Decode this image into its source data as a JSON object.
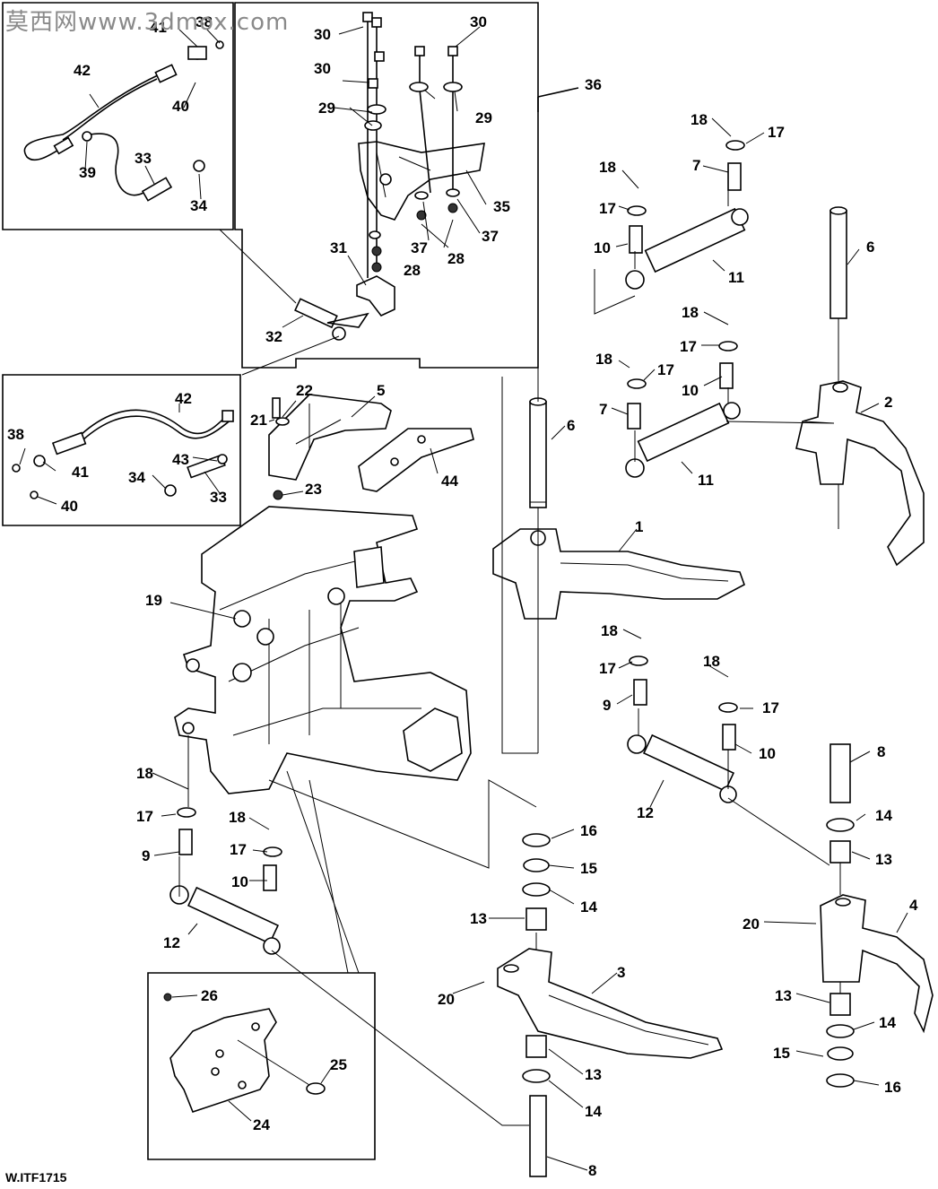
{
  "watermark": "莫西网www.3dmox.com",
  "figure_id": "W.ITF1715",
  "callouts": [
    {
      "id": "c41a",
      "text": "41"
    },
    {
      "id": "c38a",
      "text": "38"
    },
    {
      "id": "c42a",
      "text": "42"
    },
    {
      "id": "c40a",
      "text": "40"
    },
    {
      "id": "c39",
      "text": "39"
    },
    {
      "id": "c33a",
      "text": "33"
    },
    {
      "id": "c34a",
      "text": "34"
    },
    {
      "id": "c30a",
      "text": "30"
    },
    {
      "id": "c30b",
      "text": "30"
    },
    {
      "id": "c30c",
      "text": "30"
    },
    {
      "id": "c29a",
      "text": "29"
    },
    {
      "id": "c29b",
      "text": "29"
    },
    {
      "id": "c36",
      "text": "36"
    },
    {
      "id": "c35",
      "text": "35"
    },
    {
      "id": "c37a",
      "text": "37"
    },
    {
      "id": "c37b",
      "text": "37"
    },
    {
      "id": "c28a",
      "text": "28"
    },
    {
      "id": "c28b",
      "text": "28"
    },
    {
      "id": "c31",
      "text": "31"
    },
    {
      "id": "c32",
      "text": "32"
    },
    {
      "id": "c42b",
      "text": "42"
    },
    {
      "id": "c38b",
      "text": "38"
    },
    {
      "id": "c41b",
      "text": "41"
    },
    {
      "id": "c43",
      "text": "43"
    },
    {
      "id": "c34b",
      "text": "34"
    },
    {
      "id": "c33b",
      "text": "33"
    },
    {
      "id": "c40b",
      "text": "40"
    },
    {
      "id": "c21",
      "text": "21"
    },
    {
      "id": "c22",
      "text": "22"
    },
    {
      "id": "c5",
      "text": "5"
    },
    {
      "id": "c44",
      "text": "44"
    },
    {
      "id": "c23",
      "text": "23"
    },
    {
      "id": "c19",
      "text": "19"
    },
    {
      "id": "c18a",
      "text": "18"
    },
    {
      "id": "c17a",
      "text": "17"
    },
    {
      "id": "c7a",
      "text": "7"
    },
    {
      "id": "c18b",
      "text": "18"
    },
    {
      "id": "c17b",
      "text": "17"
    },
    {
      "id": "c10a",
      "text": "10"
    },
    {
      "id": "c11a",
      "text": "11"
    },
    {
      "id": "c6a",
      "text": "6"
    },
    {
      "id": "c18c",
      "text": "18"
    },
    {
      "id": "c17c",
      "text": "17"
    },
    {
      "id": "c18d",
      "text": "18"
    },
    {
      "id": "c17d",
      "text": "17"
    },
    {
      "id": "c10b",
      "text": "10"
    },
    {
      "id": "c7b",
      "text": "7"
    },
    {
      "id": "c11b",
      "text": "11"
    },
    {
      "id": "c2",
      "text": "2"
    },
    {
      "id": "c6b",
      "text": "6"
    },
    {
      "id": "c1",
      "text": "1"
    },
    {
      "id": "c18e",
      "text": "18"
    },
    {
      "id": "c17e",
      "text": "17"
    },
    {
      "id": "c9a",
      "text": "9"
    },
    {
      "id": "c18f",
      "text": "18"
    },
    {
      "id": "c17f",
      "text": "17"
    },
    {
      "id": "c10c",
      "text": "10"
    },
    {
      "id": "c12a",
      "text": "12"
    },
    {
      "id": "c8a",
      "text": "8"
    },
    {
      "id": "c14a",
      "text": "14"
    },
    {
      "id": "c13a",
      "text": "13"
    },
    {
      "id": "c18g",
      "text": "18"
    },
    {
      "id": "c17g",
      "text": "17"
    },
    {
      "id": "c9b",
      "text": "9"
    },
    {
      "id": "c18h",
      "text": "18"
    },
    {
      "id": "c17h",
      "text": "17"
    },
    {
      "id": "c10d",
      "text": "10"
    },
    {
      "id": "c12b",
      "text": "12"
    },
    {
      "id": "c16a",
      "text": "16"
    },
    {
      "id": "c15a",
      "text": "15"
    },
    {
      "id": "c14b",
      "text": "14"
    },
    {
      "id": "c13b",
      "text": "13"
    },
    {
      "id": "c20a",
      "text": "20"
    },
    {
      "id": "c3",
      "text": "3"
    },
    {
      "id": "c13c",
      "text": "13"
    },
    {
      "id": "c14c",
      "text": "14"
    },
    {
      "id": "c8b",
      "text": "8"
    },
    {
      "id": "c20b",
      "text": "20"
    },
    {
      "id": "c4",
      "text": "4"
    },
    {
      "id": "c13d",
      "text": "13"
    },
    {
      "id": "c14d",
      "text": "14"
    },
    {
      "id": "c15b",
      "text": "15"
    },
    {
      "id": "c16b",
      "text": "16"
    },
    {
      "id": "c26",
      "text": "26"
    },
    {
      "id": "c25",
      "text": "25"
    },
    {
      "id": "c24",
      "text": "24"
    }
  ]
}
